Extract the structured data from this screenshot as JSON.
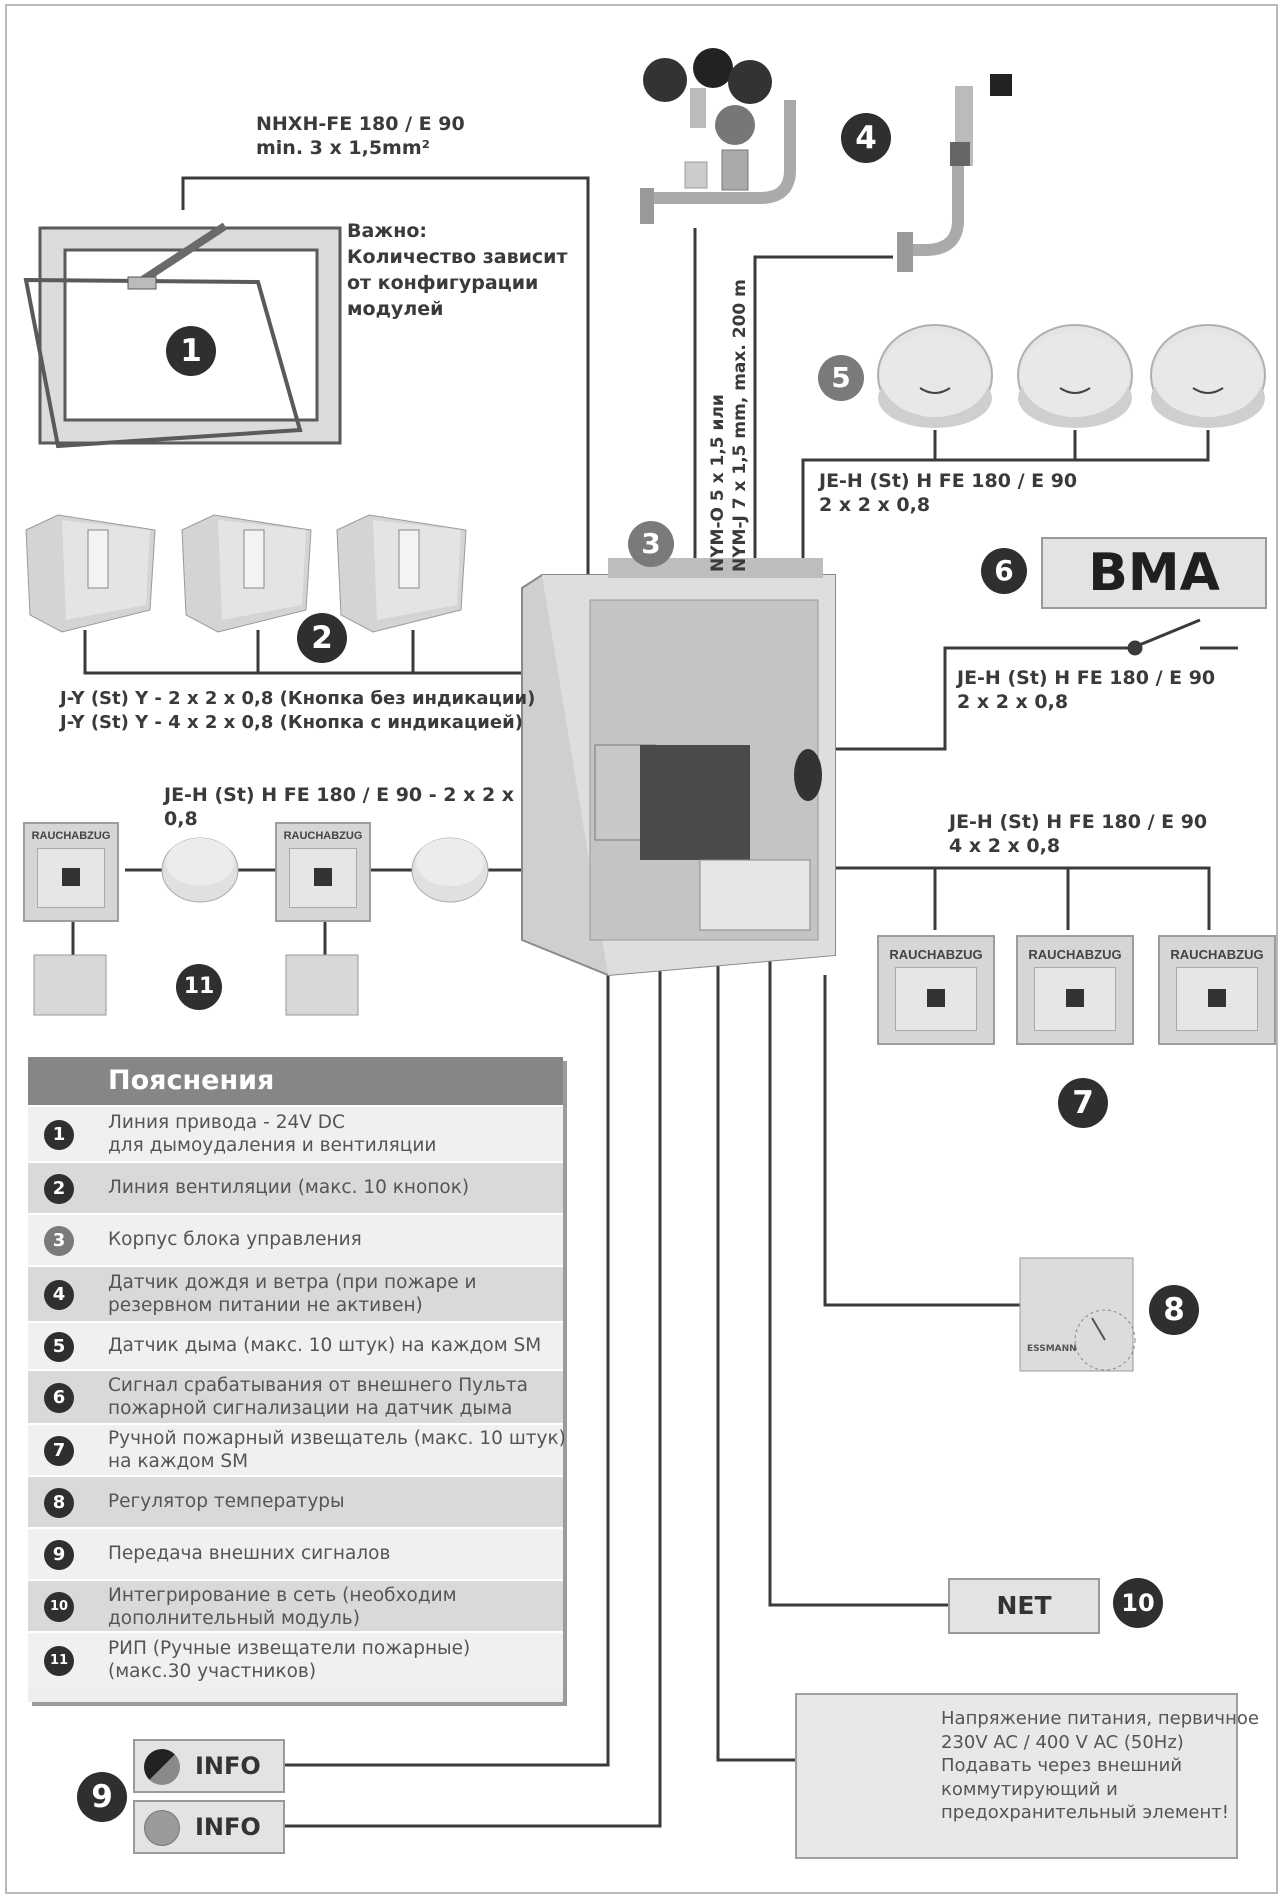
{
  "labels": {
    "cable_drive_1": "NHXH-FE 180 / E 90",
    "cable_drive_2": "min. 3 x 1,5mm²",
    "note_title": "Важно:",
    "note_l1": "Количество зависит",
    "note_l2": "от конфигурации",
    "note_l3": "модулей",
    "weather_cable_1": "NYM-O 5 x 1,5 или",
    "weather_cable_2": "NYM-J 7 x 1,5 mm, max. 200 m",
    "smoke_cable_1": "JE-H (St) H FE 180 / E 90",
    "smoke_cable_2": "2 x 2 x 0,8",
    "bma_cable_1": "JE-H (St) H FE 180 / E 90",
    "bma_cable_2": "2 x 2 x 0,8",
    "button_cable_1": "J-Y (St) Y - 2 x 2 x 0,8 (Кнопка без индикации)",
    "button_cable_2": "J-Y (St) Y - 4 x 2 x 0,8 (Кнопка с индикацией)",
    "rip_cable_1": "JE-H (St) H FE 180 / E 90 - 2 x 2 x",
    "rip_cable_2": "0,8",
    "mcp_cable_1": "JE-H (St) H FE 180 / E 90",
    "mcp_cable_2": "4 x 2 x 0,8",
    "bma": "BMA",
    "net": "NET",
    "info_1": "INFO",
    "info_2": "INFO",
    "rauchabzug": "RAUCHABZUG",
    "thermostat_brand": "ESSMANN"
  },
  "badges": [
    "1",
    "2",
    "3",
    "4",
    "5",
    "6",
    "7",
    "8",
    "9",
    "10",
    "11"
  ],
  "legend": {
    "title": "Пояснения",
    "items": [
      {
        "num": "1",
        "l1": "Линия привода - 24V DC",
        "l2": "для дымоудаления и вентиляции"
      },
      {
        "num": "2",
        "l1": "Линия вентиляции (макс. 10 кнопок)",
        "l2": ""
      },
      {
        "num": "3",
        "l1": "Корпус блока управления",
        "l2": ""
      },
      {
        "num": "4",
        "l1": "Датчик дождя и ветра (при пожаре и",
        "l2": "резервном питании не активен)"
      },
      {
        "num": "5",
        "l1": "Датчик дыма (макс. 10 штук) на каждом SM",
        "l2": ""
      },
      {
        "num": "6",
        "l1": "Сигнал срабатывания от внешнего Пульта",
        "l2": "пожарной сигнализации на датчик дыма"
      },
      {
        "num": "7",
        "l1": "Ручной пожарный извещатель (макс. 10 штук)",
        "l2": "на каждом SM"
      },
      {
        "num": "8",
        "l1": "Регулятор температуры",
        "l2": ""
      },
      {
        "num": "9",
        "l1": "Передача внешних сигналов",
        "l2": ""
      },
      {
        "num": "10",
        "l1": "Интегрирование в сеть (необходим",
        "l2": "дополнительный модуль)"
      },
      {
        "num": "11",
        "l1": "РИП (Ручные извещатели пожарные)",
        "l2": "(макс.30 участников)"
      }
    ]
  },
  "warning": {
    "l1": "Напряжение питания, первичное",
    "l2": "230V AC / 400 V AC (50Hz)",
    "l3": "Подавать через внешний",
    "l4": "коммутирующий и",
    "l5": "предохранительный элемент!"
  },
  "colors": {
    "wire": "#3a3a3a",
    "badge": "#2f2f2f",
    "badge_grey": "#7a7a7a",
    "legend_header": "#868686",
    "panel_fill": "#e3e3e3"
  }
}
